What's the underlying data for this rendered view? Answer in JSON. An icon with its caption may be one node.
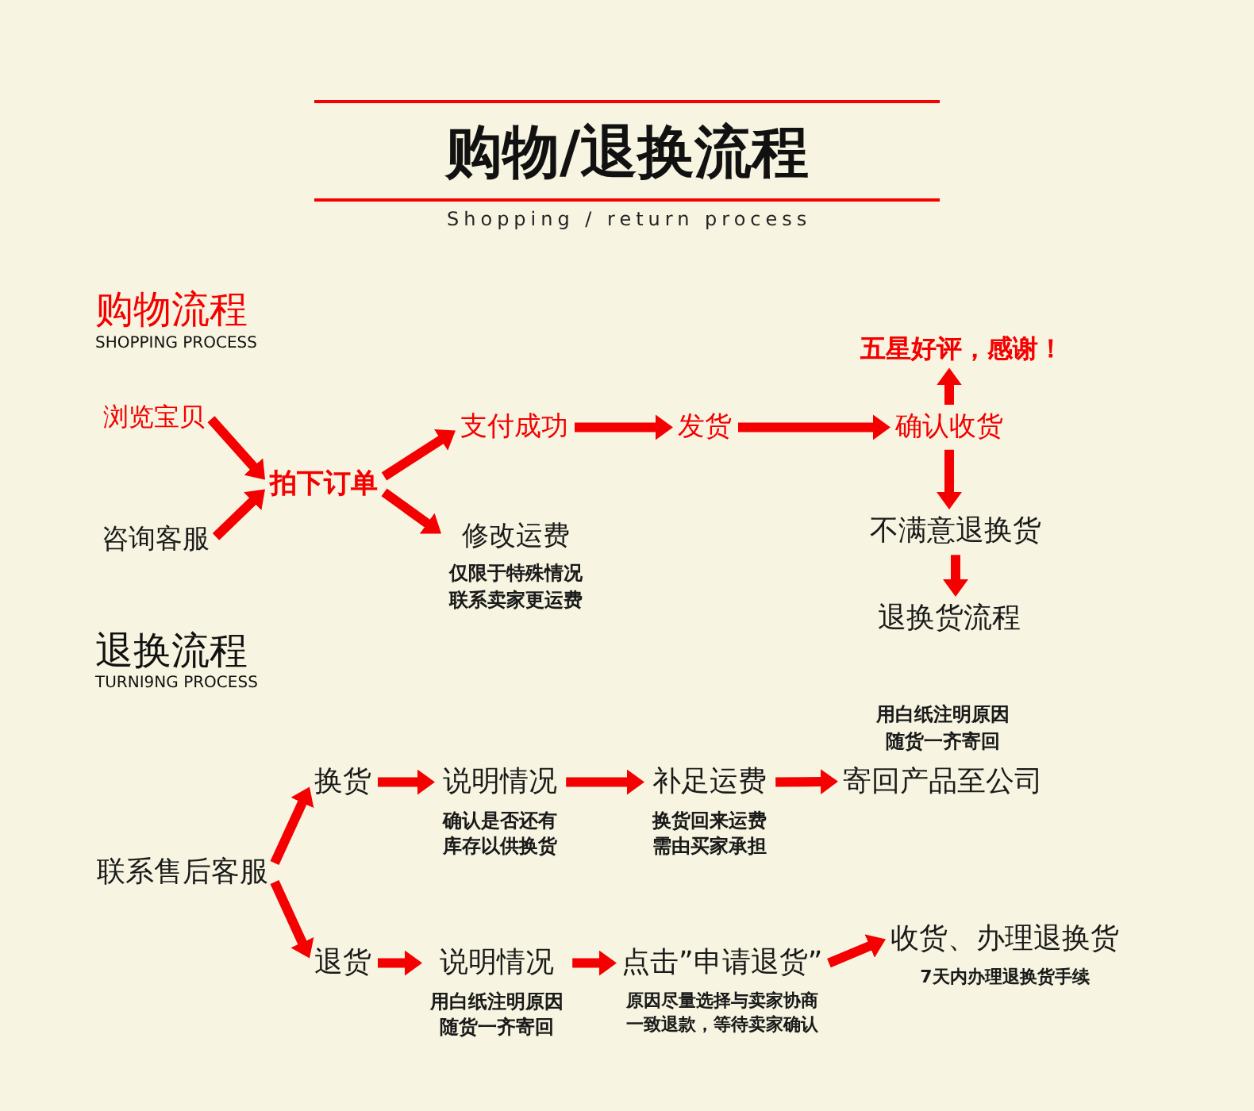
{
  "diagram": {
    "title": "购物/退换流程",
    "nodes": [
      {
        "text": [
          "浏览宝贝"
        ]
      },
      {
        "text": [
          "咨询客服"
        ]
      },
      {
        "text": [
          "拍下订单"
        ]
      },
      {
        "text": [
          "支付成功"
        ]
      },
      {
        "text": [
          "修改运费"
        ],
        "beside": [
          "仅限于特殊情况联系卖家更运费"
        ]
      },
      {
        "text": [
          "发货"
        ]
      },
      {
        "text": [
          "确认收货"
        ]
      },
      {
        "text": [
          "五星好评，感谢！"
        ]
      },
      {
        "text": [
          "不满意退换货"
        ]
      },
      {
        "text": [
          "退换货流程"
        ]
      },
      {
        "text": [
          "联系售后客服"
        ]
      },
      {
        "text": [
          "换货"
        ]
      },
      {
        "text": [
          "说明情况"
        ],
        "beside": [
          "确认是否还有库存以供换货"
        ]
      },
      {
        "text": [
          "补足运费"
        ],
        "beside": [
          "换货回来运费需由买家承担"
        ]
      },
      {
        "text": [
          "寄回产品至公司"
        ],
        "beside": [
          "用白纸注明原因随货一齐寄回"
        ]
      },
      {
        "text": [
          "退货"
        ]
      },
      {
        "text": [
          "说明情况"
        ],
        "beside": [
          "用白纸注明原因随货一齐寄回"
        ]
      },
      {
        "text": [
          "点击”申请退货”"
        ],
        "beside": [
          "原因尽量选择与卖家协商一致退款，等待卖家确认"
        ]
      },
      {
        "text": [
          "收货、办理退换货"
        ],
        "beside": [
          "7天内办理退换货手续"
        ]
      }
    ],
    "edges": [
      {
        "from": 0,
        "to": 2,
        "arrow": "to"
      },
      {
        "from": 1,
        "to": 2,
        "arrow": "to"
      },
      {
        "from": 2,
        "to": 3,
        "arrow": "to"
      },
      {
        "from": 2,
        "to": 4,
        "arrow": "to"
      },
      {
        "from": 3,
        "to": 5,
        "arrow": "to"
      },
      {
        "from": 5,
        "to": 6,
        "arrow": "to"
      },
      {
        "from": 6,
        "to": 7,
        "arrow": "to"
      },
      {
        "from": 6,
        "to": 8,
        "arrow": "to"
      },
      {
        "from": 8,
        "to": 9,
        "arrow": "to"
      },
      {
        "from": 10,
        "to": 11,
        "arrow": "to"
      },
      {
        "from": 10,
        "to": 15,
        "arrow": "to"
      },
      {
        "from": 11,
        "to": 12,
        "arrow": "to"
      },
      {
        "from": 12,
        "to": 13,
        "arrow": "to"
      },
      {
        "from": 13,
        "to": 14,
        "arrow": "to"
      },
      {
        "from": 15,
        "to": 16,
        "arrow": "to"
      },
      {
        "from": 16,
        "to": 17,
        "arrow": "to"
      },
      {
        "from": 17,
        "to": 18,
        "arrow": "to"
      }
    ],
    "labels": [
      "Shopping / return process",
      "购物流程",
      "SHOPPING PROCESS",
      "退换流程",
      "TURNI9NG PROCESS"
    ]
  }
}
